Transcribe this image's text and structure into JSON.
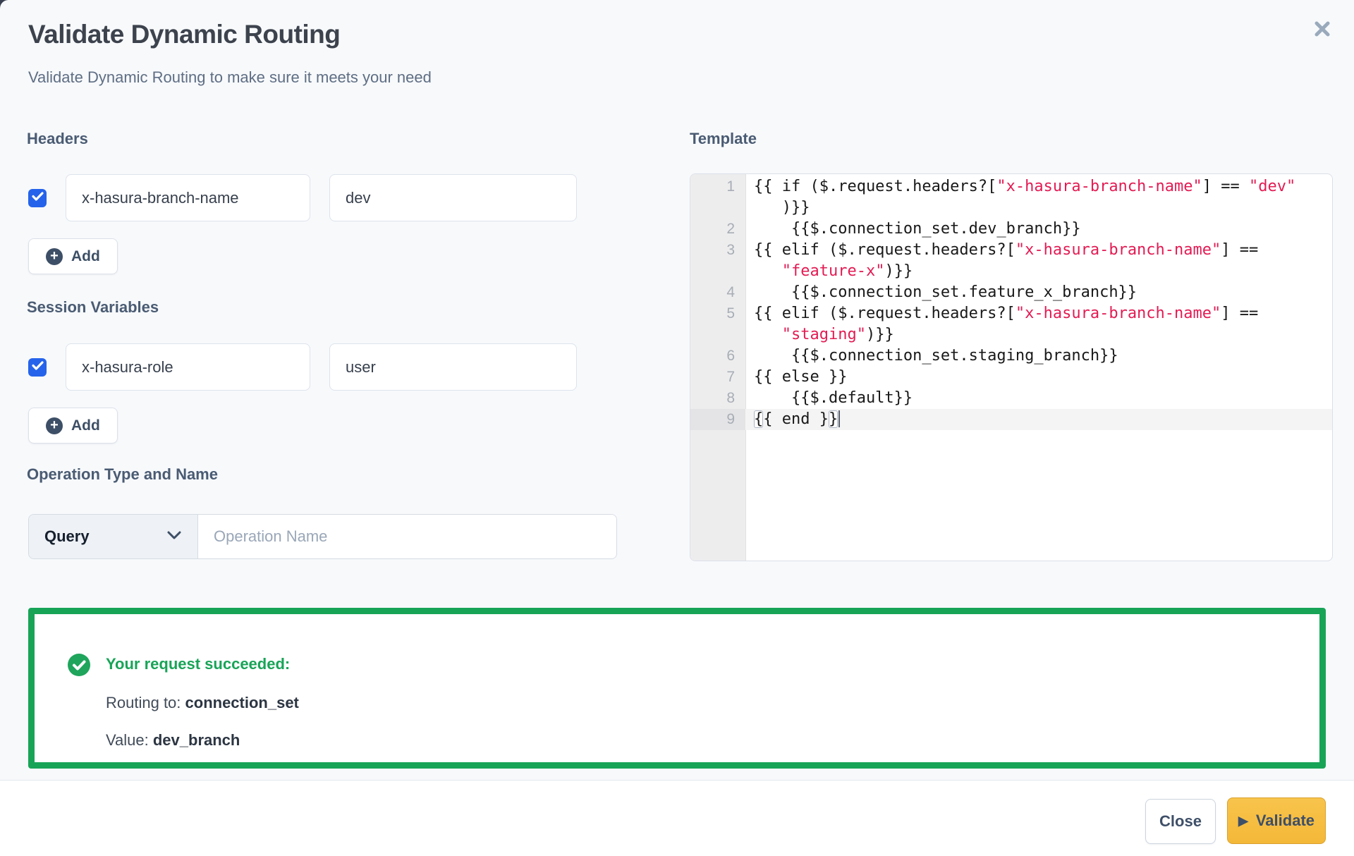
{
  "colors": {
    "accent_blue": "#2563eb",
    "success_green": "#18a457",
    "validate_amber": "#f5bd42",
    "code_string_red": "#e31b53",
    "background": "#f7f9fb"
  },
  "icons": {
    "add_plus": "+",
    "validate_play": "▶"
  },
  "modal": {
    "title": "Validate Dynamic Routing",
    "subtitle": "Validate Dynamic Routing to make sure it meets your need"
  },
  "headers": {
    "label": "Headers",
    "add_label": "Add",
    "rows": [
      {
        "checked": true,
        "key": "x-hasura-branch-name",
        "value": "dev"
      }
    ]
  },
  "session_variables": {
    "label": "Session Variables",
    "add_label": "Add",
    "rows": [
      {
        "checked": true,
        "key": "x-hasura-role",
        "value": "user"
      }
    ]
  },
  "operation": {
    "label": "Operation Type and Name",
    "type_selected": "Query",
    "name_placeholder": "Operation Name",
    "name_value": ""
  },
  "template": {
    "label": "Template",
    "lines": [
      {
        "num": "1",
        "segments": [
          {
            "text": "{{ if ($.request.headers?[",
            "type": "plain"
          },
          {
            "text": "\"x-hasura-branch-name\"",
            "type": "string"
          },
          {
            "text": "] == ",
            "type": "plain"
          },
          {
            "text": "\"dev\"",
            "type": "string"
          }
        ]
      },
      {
        "num": "",
        "segments": [
          {
            "text": "   )}}",
            "type": "plain"
          }
        ]
      },
      {
        "num": "2",
        "segments": [
          {
            "text": "    {{$.connection_set.dev_branch}}",
            "type": "plain"
          }
        ]
      },
      {
        "num": "3",
        "segments": [
          {
            "text": "{{ elif ($.request.headers?[",
            "type": "plain"
          },
          {
            "text": "\"x-hasura-branch-name\"",
            "type": "string"
          },
          {
            "text": "] ==",
            "type": "plain"
          }
        ]
      },
      {
        "num": "",
        "segments": [
          {
            "text": "   ",
            "type": "plain"
          },
          {
            "text": "\"feature-x\"",
            "type": "string"
          },
          {
            "text": ")}}",
            "type": "plain"
          }
        ]
      },
      {
        "num": "4",
        "segments": [
          {
            "text": "    {{$.connection_set.feature_x_branch}}",
            "type": "plain"
          }
        ]
      },
      {
        "num": "5",
        "segments": [
          {
            "text": "{{ elif ($.request.headers?[",
            "type": "plain"
          },
          {
            "text": "\"x-hasura-branch-name\"",
            "type": "string"
          },
          {
            "text": "] ==",
            "type": "plain"
          }
        ]
      },
      {
        "num": "",
        "segments": [
          {
            "text": "   ",
            "type": "plain"
          },
          {
            "text": "\"staging\"",
            "type": "string"
          },
          {
            "text": ")}}",
            "type": "plain"
          }
        ]
      },
      {
        "num": "6",
        "segments": [
          {
            "text": "    {{$.connection_set.staging_branch}}",
            "type": "plain"
          }
        ]
      },
      {
        "num": "7",
        "segments": [
          {
            "text": "{{ else }}",
            "type": "plain"
          }
        ]
      },
      {
        "num": "8",
        "segments": [
          {
            "text": "    {{$.default}}",
            "type": "plain"
          }
        ]
      },
      {
        "num": "9",
        "active": true,
        "cursor": true,
        "segments": [
          {
            "text": "{",
            "type": "bracket"
          },
          {
            "text": "{ end }",
            "type": "plain"
          },
          {
            "text": "}",
            "type": "bracket"
          }
        ]
      }
    ]
  },
  "result": {
    "heading": "Your request succeeded:",
    "routing_label": "Routing to: ",
    "routing_value": "connection_set",
    "value_label": "Value: ",
    "value_value": "dev_branch"
  },
  "footer": {
    "close_label": "Close",
    "validate_label": "Validate"
  }
}
